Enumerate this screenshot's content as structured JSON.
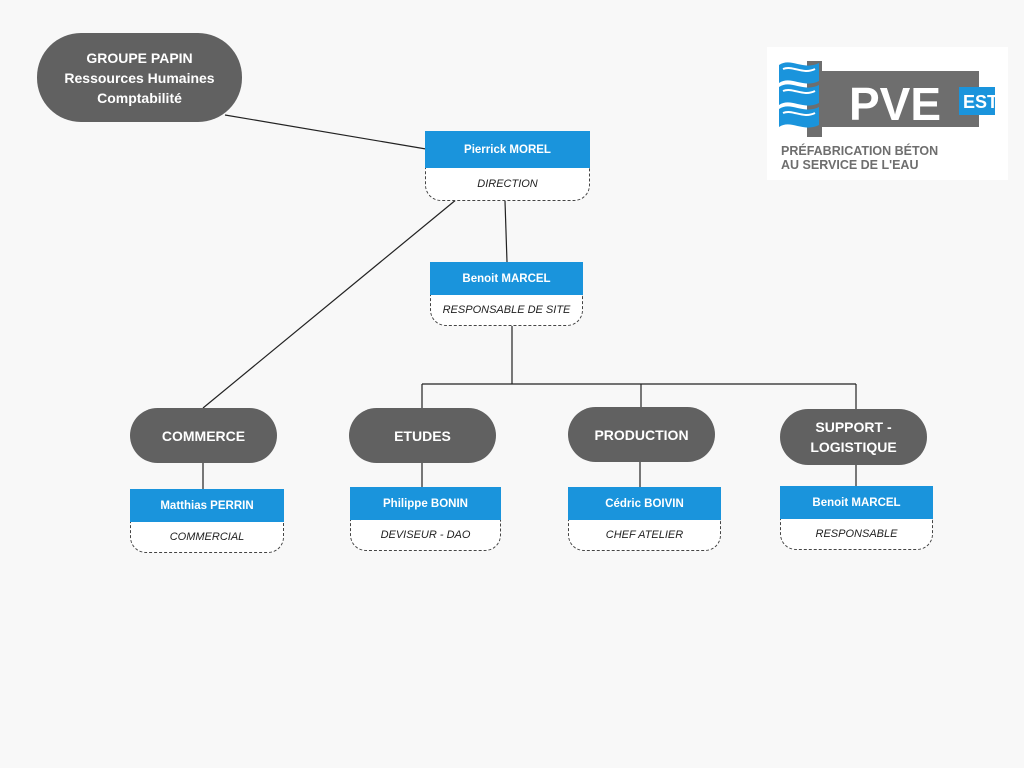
{
  "group": {
    "lines": [
      "GROUPE PAPIN",
      "Ressources Humaines",
      "Comptabilité"
    ]
  },
  "direction": {
    "name": "Pierrick MOREL",
    "role": "DIRECTION"
  },
  "site": {
    "name": "Benoit MARCEL",
    "role": "RESPONSABLE DE SITE"
  },
  "departments": [
    {
      "label": "COMMERCE",
      "person": "Matthias PERRIN",
      "role": "COMMERCIAL"
    },
    {
      "label": "ETUDES",
      "person": "Philippe BONIN",
      "role": "DEVISEUR - DAO"
    },
    {
      "label": "PRODUCTION",
      "person": "Cédric BOIVIN",
      "role": "CHEF ATELIER"
    },
    {
      "label": "SUPPORT - LOGISTIQUE",
      "person": "Benoit MARCEL",
      "role": "RESPONSABLE"
    }
  ],
  "logo": {
    "brand": "PVE",
    "badge": "EST",
    "tagline_1": "PRÉFABRICATION BÉTON",
    "tagline_2": "AU SERVICE DE L'EAU"
  },
  "colors": {
    "pill": "#616161",
    "accent_blue": "#1a94dc",
    "logo_gray": "#6e6e6e"
  }
}
